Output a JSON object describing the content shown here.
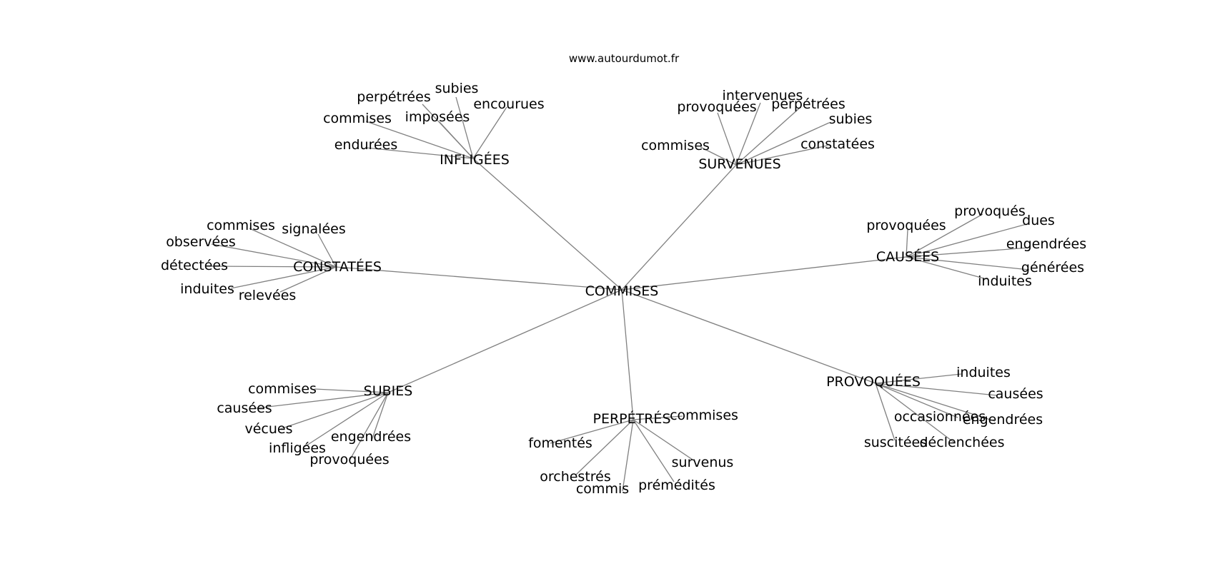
{
  "site": "www.autourdumot.fr",
  "center": "COMMISES",
  "groups": [
    {
      "hub": "INFLIGÉES",
      "leaves": [
        "perpétrées",
        "subies",
        "encourues",
        "commises",
        "imposées",
        "endurées"
      ]
    },
    {
      "hub": "SURVENUES",
      "leaves": [
        "intervenues",
        "provoquées",
        "perpétrées",
        "subies",
        "commises",
        "constatées"
      ]
    },
    {
      "hub": "CONSTATÉES",
      "leaves": [
        "commises",
        "signalées",
        "observées",
        "détectées",
        "induites",
        "relevées"
      ]
    },
    {
      "hub": "CAUSÉES",
      "leaves": [
        "provoqués",
        "provoquées",
        "dues",
        "engendrées",
        "générées",
        "induites"
      ]
    },
    {
      "hub": "SUBIES",
      "leaves": [
        "commises",
        "causées",
        "vécues",
        "engendrées",
        "infligées",
        "provoquées"
      ]
    },
    {
      "hub": "PERPÉTRÉS",
      "leaves": [
        "commises",
        "fomentés",
        "survenus",
        "orchestrés",
        "prémédités",
        "commis"
      ]
    },
    {
      "hub": "PROVOQUÉES",
      "leaves": [
        "induites",
        "causées",
        "occasionnées",
        "engendrées",
        "suscitées",
        "déclenchées"
      ]
    }
  ],
  "colors": {
    "edge": "#808080",
    "text": "#000000",
    "background": "#ffffff"
  }
}
